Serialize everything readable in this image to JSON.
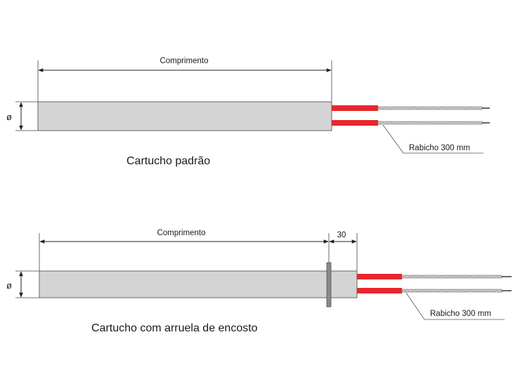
{
  "diagrams": [
    {
      "length_label": "Comprimento",
      "diameter_label": "ø",
      "lead_label": "Rabicho 300 mm",
      "caption": "Cartucho padrão"
    },
    {
      "length_label": "Comprimento",
      "diameter_label": "ø",
      "washer_dim": "30",
      "lead_label": "Rabicho 300 mm",
      "caption": "Cartucho com arruela de encosto"
    }
  ],
  "colors": {
    "body": "#d4d4d4",
    "body_stroke": "#666666",
    "wire_insulation": "#e8262e",
    "braid": "#c8c8c8",
    "washer": "#8a8a8a"
  }
}
